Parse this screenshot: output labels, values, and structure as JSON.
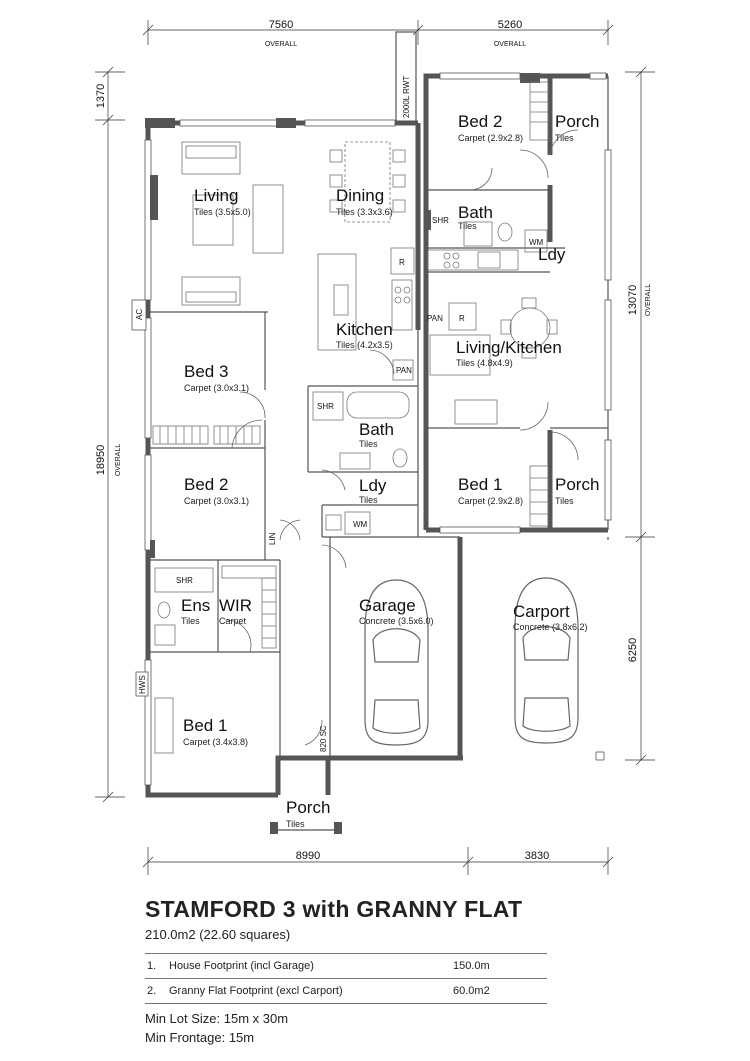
{
  "dimensions": {
    "top_left": "7560",
    "top_right": "5260",
    "overall": "OVERALL",
    "left_small": "1370",
    "left_main": "18950",
    "right_main": "13070",
    "right_small": "6250",
    "bottom_left": "8990",
    "bottom_right": "3830"
  },
  "rooms": {
    "living": {
      "name": "Living",
      "spec": "Tiles (3.5x5.0)"
    },
    "dining": {
      "name": "Dining",
      "spec": "Tiles (3.3x3.6)"
    },
    "kitchen": {
      "name": "Kitchen",
      "spec": "Tiles (4.2x3.5)"
    },
    "bed3": {
      "name": "Bed 3",
      "spec": "Carpet (3.0x3.1)"
    },
    "bed2_main": {
      "name": "Bed 2",
      "spec": "Carpet (3.0x3.1)"
    },
    "bath_main": {
      "name": "Bath",
      "spec": "Tiles"
    },
    "ldy_main": {
      "name": "Ldy",
      "spec": "Tiles"
    },
    "ens": {
      "name": "Ens",
      "spec": "Tiles"
    },
    "wir": {
      "name": "WIR",
      "spec": "Carpet"
    },
    "bed1_main": {
      "name": "Bed 1",
      "spec": "Carpet (3.4x3.8)"
    },
    "porch_main": {
      "name": "Porch",
      "spec": "Tiles"
    },
    "garage": {
      "name": "Garage",
      "spec": "Concrete (3.5x6.0)"
    },
    "bed2_flat": {
      "name": "Bed 2",
      "spec": "Carpet (2.9x2.8)"
    },
    "porch_flat_top": {
      "name": "Porch",
      "spec": "Tiles"
    },
    "bath_flat": {
      "name": "Bath",
      "spec": "Tiles"
    },
    "ldy_flat": {
      "name": "Ldy",
      "spec": ""
    },
    "living_kitchen": {
      "name": "Living/Kitchen",
      "spec": "Tiles (4.8x4.9)"
    },
    "bed1_flat": {
      "name": "Bed 1",
      "spec": "Carpet (2.9x2.8)"
    },
    "porch_flat_bottom": {
      "name": "Porch",
      "spec": "Tiles"
    },
    "carport": {
      "name": "Carport",
      "spec": "Concrete (3.8x6.2)"
    }
  },
  "fixtures": {
    "rwt": "2000L RWT",
    "ac": "AC",
    "hws": "HWS",
    "shr": "SHR",
    "wm": "WM",
    "r": "R",
    "pan": "PAN",
    "lin": "LIN",
    "sc": "820 SC"
  },
  "info": {
    "title": "STAMFORD 3 with GRANNY FLAT",
    "area": "210.0m2  (22.60 squares)",
    "footprints": [
      {
        "num": "1.",
        "label": "House Footprint (incl Garage)",
        "value": "150.0m"
      },
      {
        "num": "2.",
        "label": "Granny Flat Footprint (excl Carport)",
        "value": "60.0m2"
      }
    ],
    "lot_size": "Min Lot Size: 15m x 30m",
    "frontage": "Min Frontage: 15m"
  },
  "colors": {
    "walls": "#555555",
    "text": "#111111",
    "background": "#ffffff"
  }
}
